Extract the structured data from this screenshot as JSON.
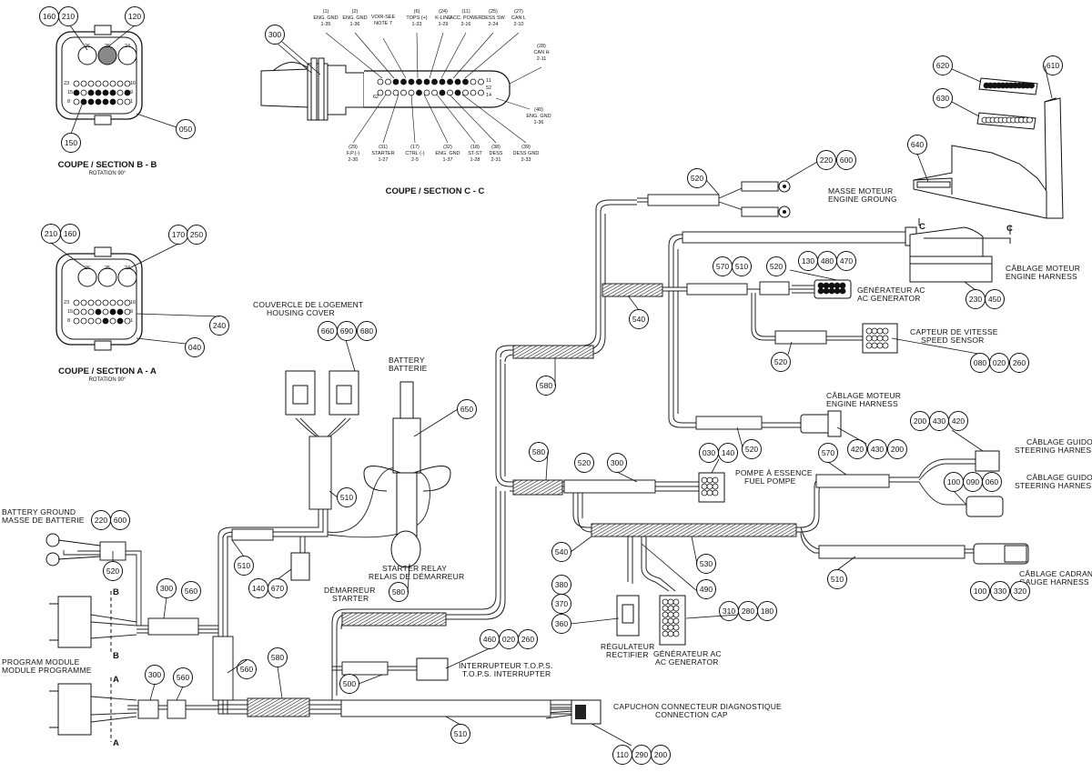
{
  "sections": {
    "bb_title": "COUPE / SECTION B - B",
    "bb_rotation": "ROTATION 90°",
    "aa_title": "COUPE / SECTION A - A",
    "aa_rotation": "ROTATION 90°",
    "cc_title": "COUPE / SECTION C - C",
    "bb_pins": [
      "26",
      "25",
      "24",
      "23",
      "16",
      "15",
      "9",
      "8",
      "1"
    ],
    "aa_pins": [
      "26",
      "25",
      "24",
      "23",
      "16",
      "15",
      "9",
      "8",
      "1"
    ],
    "cc_pin_labels": [
      "62",
      "52",
      "14",
      "11"
    ]
  },
  "pin_labels_top": [
    {
      "l1": "(1)",
      "l2": "ENG. GND",
      "l3": "1-35"
    },
    {
      "l1": "(2)",
      "l2": "ENG. GND",
      "l3": "1-36"
    },
    {
      "l1": "VOIR-SEE",
      "l2": "NOTE 7",
      "l3": ""
    },
    {
      "l1": "(6)",
      "l2": "TOPS (+)",
      "l3": "1-33"
    },
    {
      "l1": "(24)",
      "l2": "K-LINE",
      "l3": "1-29"
    },
    {
      "l1": "(11)",
      "l2": "ACC. POWER",
      "l3": "2-16"
    },
    {
      "l1": "(25)",
      "l2": "DESS SW",
      "l3": "2-24"
    },
    {
      "l1": "(27)",
      "l2": "CAN L",
      "l3": "2-10"
    },
    {
      "l1": "(28)",
      "l2": "CAN H",
      "l3": "2-11"
    }
  ],
  "pin_labels_bottom": [
    {
      "l1": "(29)",
      "l2": "F.P.(-)",
      "l3": "2-30"
    },
    {
      "l1": "(31)",
      "l2": "STARTER",
      "l3": "1-27"
    },
    {
      "l1": "(17)",
      "l2": "CTRL (-)",
      "l3": "2-5"
    },
    {
      "l1": "(32)",
      "l2": "ENG. GND",
      "l3": "1-37"
    },
    {
      "l1": "(18)",
      "l2": "ST-ST",
      "l3": "1-28"
    },
    {
      "l1": "(38)",
      "l2": "DESS",
      "l3": "2-31"
    },
    {
      "l1": "(39)",
      "l2": "DESS GND",
      "l3": "2-33"
    },
    {
      "l1": "(40)",
      "l2": "ENG. GND",
      "l3": "1-36"
    }
  ],
  "labels": {
    "masse_moteur": "MASSE MOTEUR",
    "engine_ground": "ENGINE GROUNG",
    "cablage_moteur_1": "CÂBLAGE MOTEUR",
    "engine_harness_1": "ENGINE HARNESS",
    "gen_ac_fr_1": "GÉNÉRATEUR AC",
    "gen_ac_en_1": "AC GENERATOR",
    "capteur_fr": "CAPTEUR DE VITESSE",
    "capteur_en": "SPEED SENSOR",
    "cablage_moteur_2": "CÂBLAGE MOTEUR",
    "engine_harness_2": "ENGINE HARNESS",
    "guidon_fr_1": "CÂBLAGE GUIDON",
    "guidon_en_1": "STEERING HARNESS",
    "guidon_fr_2": "CÂBLAGE GUIDON",
    "guidon_en_2": "STEERING HARNESS",
    "pompe_fr": "POMPE À ESSENCE",
    "pompe_en": "FUEL POMPE",
    "cadran_fr": "CÂBLAGE CADRAN",
    "cadran_en": "GAUGE HARNESS",
    "couvercle_fr": "COUVERCLE DE LOGEMENT",
    "couvercle_en": "HOUSING COVER",
    "battery_en": "BATTERY",
    "battery_fr": "BATTERIE",
    "relay_en": "STARTER RELAY",
    "relay_fr": "RELAIS DE DÉMARREUR",
    "demarreur_fr": "DÉMARREUR",
    "demarreur_en": "STARTER",
    "battery_ground_en": "BATTERY GROUND",
    "battery_ground_fr": "MASSE DE BATTERIE",
    "program_en": "PROGRAM MODULE",
    "program_fr": "MODULE PROGRAMME",
    "regulateur_fr": "RÉGULATEUR",
    "regulateur_en": "RECTIFIER",
    "gen_ac_fr_2": "GÉNÉRATEUR AC",
    "gen_ac_en_2": "AC GENERATOR",
    "tops_fr": "INTERRUPTEUR T.O.P.S.",
    "tops_en": "T.O.P.S. INTERRUPTER",
    "diag_fr": "CAPUCHON CONNECTEUR DIAGNOSTIQUE",
    "diag_en": "CONNECTION CAP",
    "mark_b_top": "B",
    "mark_b_bottom": "B",
    "mark_a_top": "A",
    "mark_a_bottom": "A",
    "mark_c_left": "C",
    "mark_c_right": "C"
  },
  "callouts": {
    "c160a": "160",
    "c210a": "210",
    "c120": "120",
    "c150": "150",
    "c050": "050",
    "c210b": "210",
    "c160b": "160",
    "c170": "170",
    "c250": "250",
    "c240": "240",
    "c040": "040",
    "c300a": "300",
    "c620": "620",
    "c610": "610",
    "c630": "630",
    "c640": "640",
    "c520a": "520",
    "c220a": "220",
    "c600a": "600",
    "c570a": "570",
    "c510a": "510",
    "c520b": "520",
    "c130": "130",
    "c480": "480",
    "c470": "470",
    "c230": "230",
    "c450": "450",
    "c540a": "540",
    "c520c": "520",
    "c080": "080",
    "c020a": "020",
    "c260a": "260",
    "c580a": "580",
    "c520d": "520",
    "c420a": "420",
    "c430a": "430",
    "c200a": "200",
    "c200b": "200",
    "c430b": "430",
    "c420b": "420",
    "c580b": "580",
    "c520e": "520",
    "c300b": "300",
    "c030": "030",
    "c140a": "140",
    "c570b": "570",
    "c100a": "100",
    "c090": "090",
    "c060": "060",
    "c540b": "540",
    "c530": "530",
    "c510b": "510",
    "c100b": "100",
    "c330": "330",
    "c320": "320",
    "c490": "490",
    "c380": "380",
    "c370": "370",
    "c360": "360",
    "c310": "310",
    "c280": "280",
    "c180": "180",
    "c660": "660",
    "c690": "690",
    "c680": "680",
    "c650": "650",
    "c510c": "510",
    "c510d": "510",
    "c140b": "140",
    "c670": "670",
    "c580c": "580",
    "c220b": "220",
    "c600b": "600",
    "c520f": "520",
    "c300c": "300",
    "c560a": "560",
    "c300d": "300",
    "c560b": "560",
    "c560c": "560",
    "c580d": "580",
    "c460": "460",
    "c020b": "020",
    "c260b": "260",
    "c500": "500",
    "c510e": "510",
    "c110": "110",
    "c290": "290",
    "c200c": "200"
  }
}
